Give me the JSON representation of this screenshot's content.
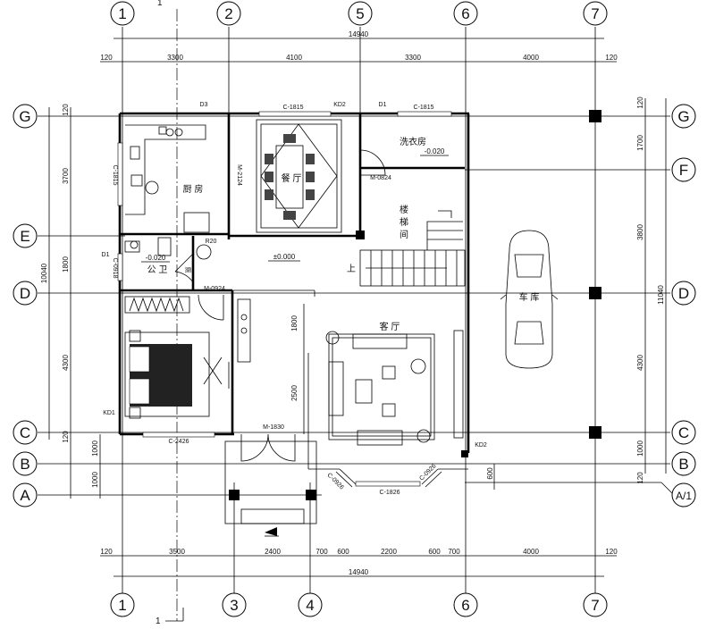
{
  "section_marks": [
    "1",
    "1"
  ],
  "axes_top": [
    "1",
    "2",
    "5",
    "6",
    "7"
  ],
  "axes_bottom": [
    "1",
    "3",
    "4",
    "6",
    "7"
  ],
  "axes_left": [
    "G",
    "E",
    "D",
    "C",
    "B",
    "A"
  ],
  "axes_right": [
    "G",
    "F",
    "D",
    "C",
    "B",
    "A/1"
  ],
  "dims_top": {
    "overall": "14940",
    "chain": [
      "120",
      "3300",
      "4100",
      "3300",
      "4000",
      "120"
    ]
  },
  "dims_bottom": {
    "overall": "14940",
    "chain": [
      "120",
      "3500",
      "2400",
      "700",
      "600",
      "2200",
      "600",
      "700",
      "4000",
      "120"
    ]
  },
  "dims_left": {
    "overall": "10040",
    "chain": [
      "120",
      "3700",
      "1800",
      "4300",
      "120",
      "1000",
      "1000"
    ]
  },
  "dims_right": {
    "overall": "11040",
    "chain": [
      "120",
      "1700",
      "3800",
      "4300",
      "1000",
      "120",
      "600"
    ]
  },
  "rooms": {
    "kitchen": "厨 房",
    "dining": "餐 厅",
    "laundry": "洗衣房",
    "stair_1": "楼",
    "stair_2": "梯",
    "stair_3": "间",
    "bath": "公 卫",
    "living": "客 厅",
    "garage": "车 库",
    "up": "上"
  },
  "levels": {
    "main": "±0.000",
    "bath": "-0.020",
    "laundry": "-0.020"
  },
  "tags": {
    "d3": "D3",
    "c1815_a": "C-1815",
    "kd2_top": "KD2",
    "d1_top": "D1",
    "c1815_b": "C-1815",
    "c1815_side": "C-1815",
    "m2124": "M-2124",
    "m0824": "M-0824",
    "d1_left": "D1",
    "c0918": "C-0918",
    "m0924": "M-0924",
    "kd1": "KD1",
    "c2426": "C-2426",
    "m1830": "M-1830",
    "dim_1800": "1800",
    "dim_2500": "2500",
    "kd2_bottom": "KD2",
    "c1826": "C-1826",
    "c0926_a": "C-0926",
    "c0926_b": "C-0926",
    "rr": "R20",
    "bathroom_note": "厕"
  }
}
